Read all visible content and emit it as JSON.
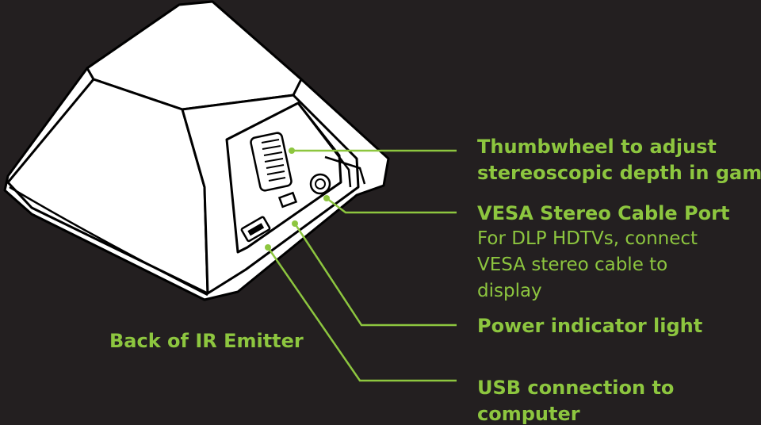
{
  "diagram": {
    "title_label": "Back of IR Emitter",
    "callouts": [
      {
        "id": "thumbwheel",
        "lines": [
          "Thumbwheel to adjust",
          "stereoscopic depth in game"
        ],
        "description": []
      },
      {
        "id": "vesa",
        "lines": [
          "VESA Stereo Cable Port"
        ],
        "description": [
          "For DLP HDTVs, connect",
          "VESA stereo cable to",
          "display"
        ]
      },
      {
        "id": "power",
        "lines": [
          "Power indicator light"
        ],
        "description": []
      },
      {
        "id": "usb",
        "lines": [
          "USB connection to",
          "computer"
        ],
        "description": []
      }
    ]
  },
  "colors": {
    "background": "#231f20",
    "device_fill": "#ffffff",
    "device_outline": "#000000",
    "accent": "#8dc63f"
  }
}
